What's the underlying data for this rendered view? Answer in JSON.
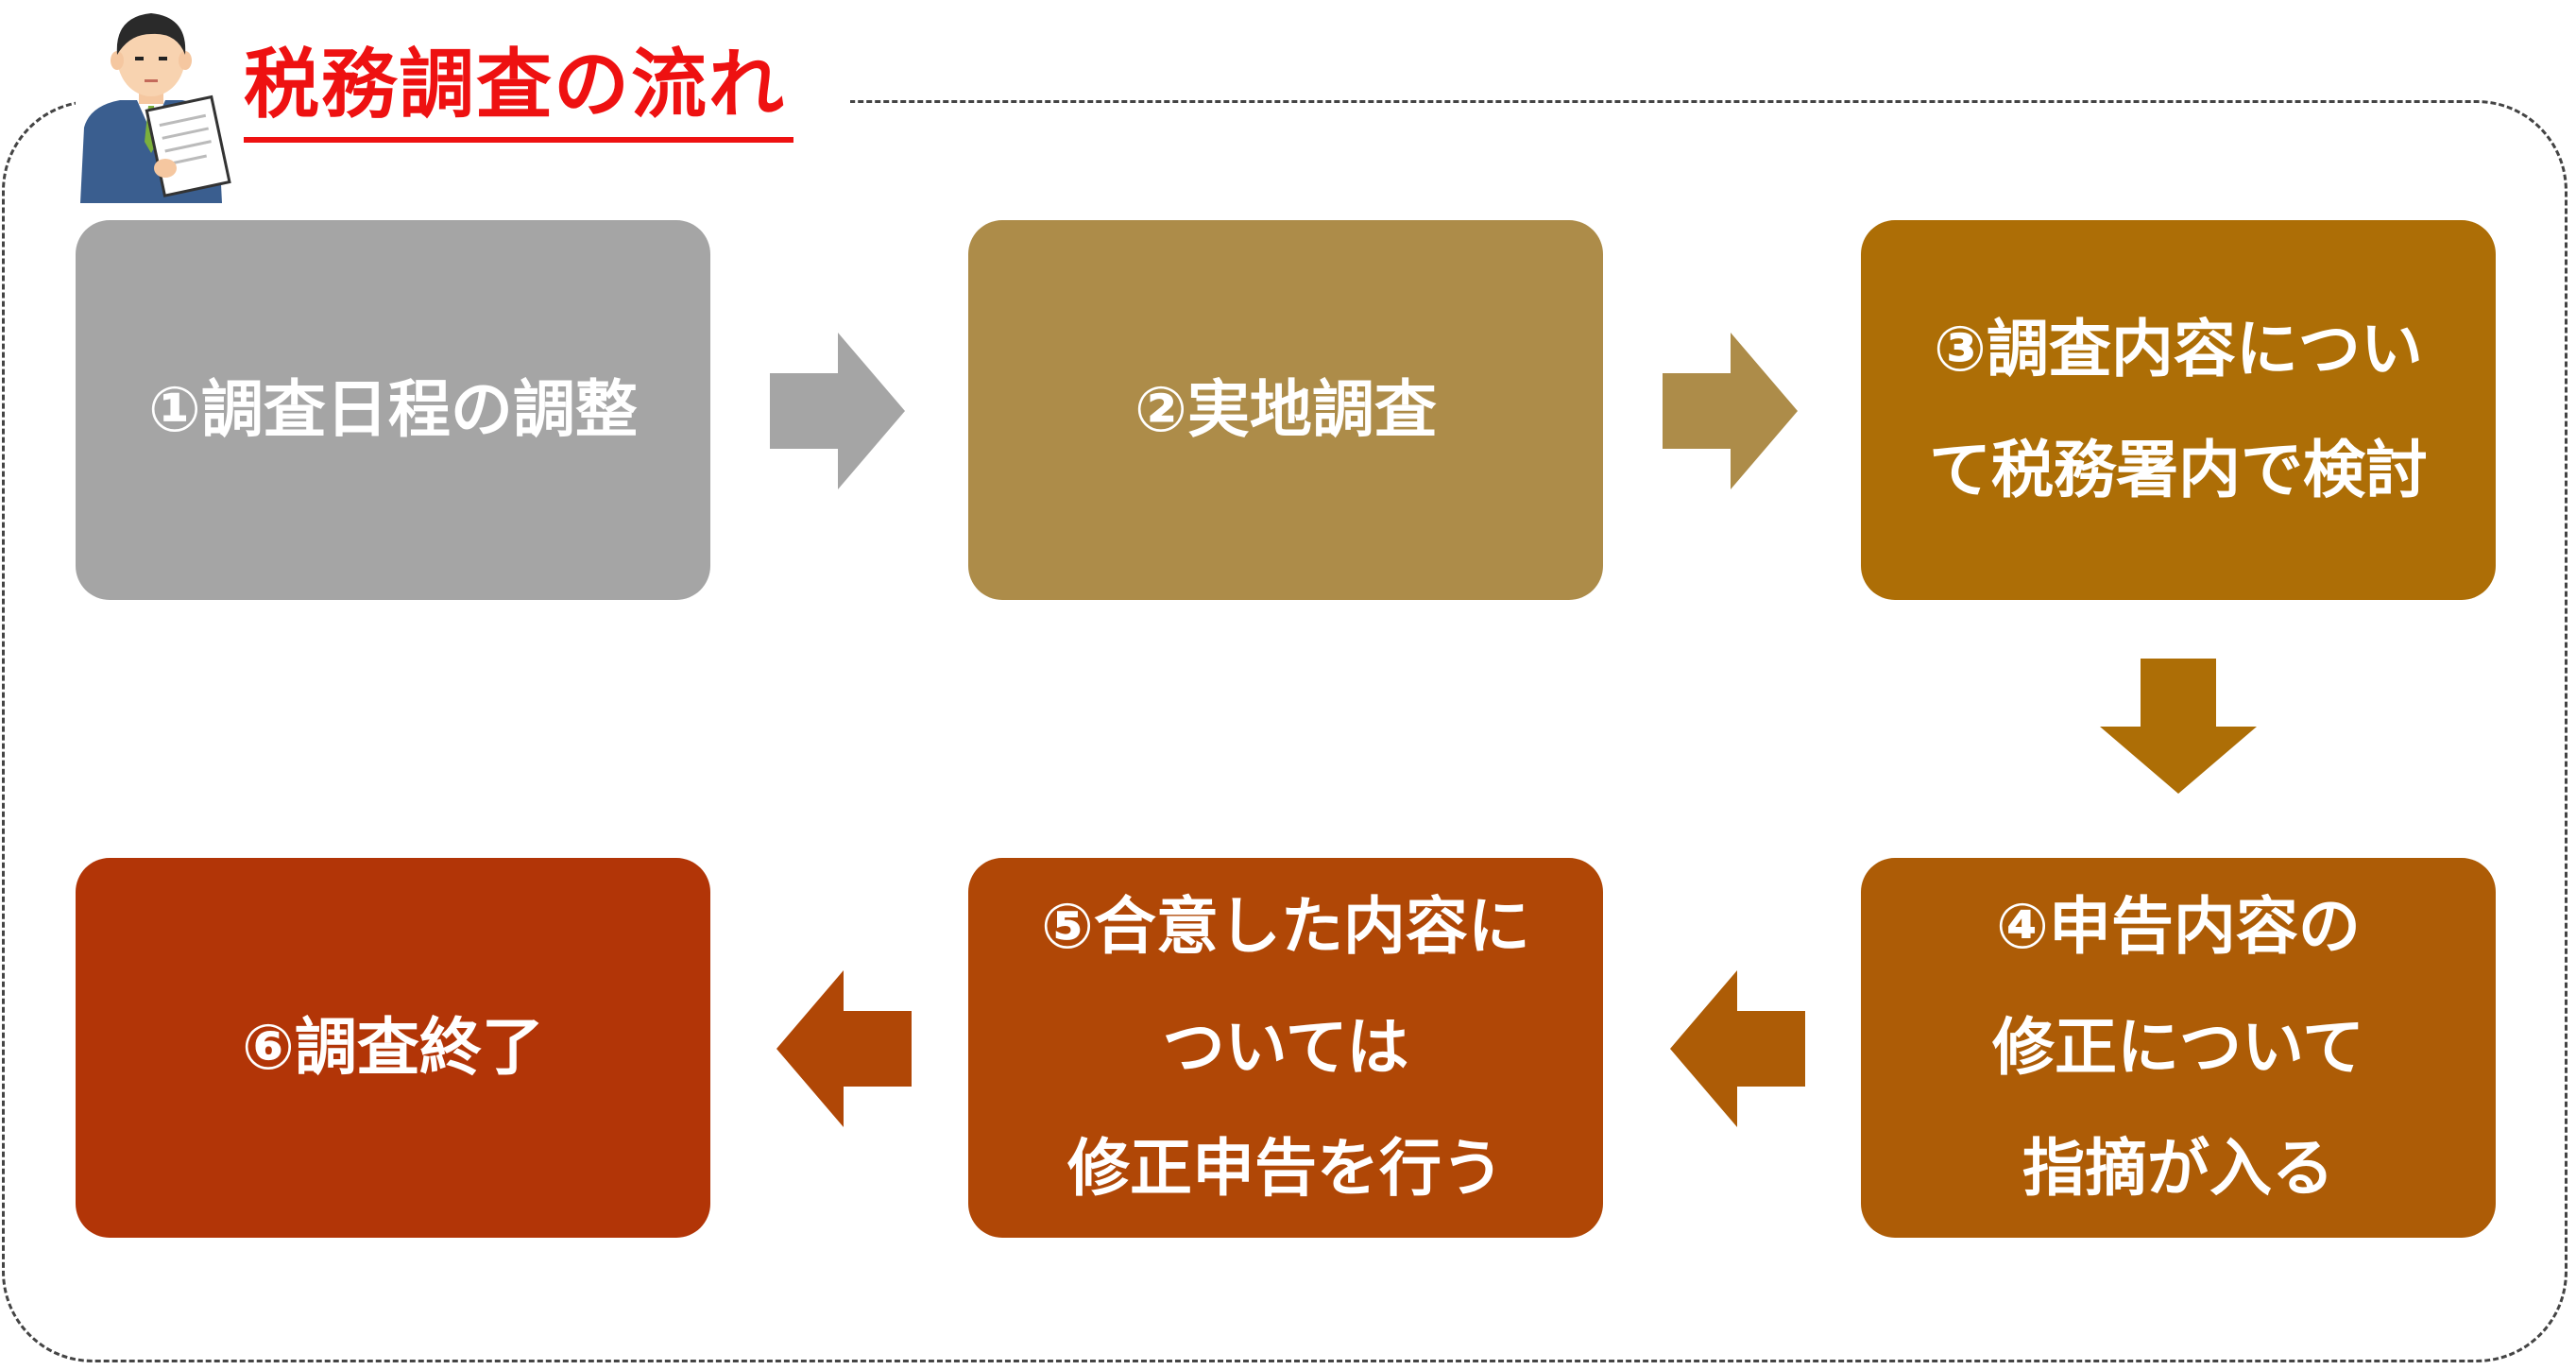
{
  "title": "税務調査の流れ",
  "colors": {
    "title": "#ee1111",
    "step1": "#a5a5a5",
    "step2": "#ad8c49",
    "step3": "#ad6e06",
    "step4": "#ad5c06",
    "step5": "#b04706",
    "step6": "#b23507"
  },
  "steps": [
    {
      "lines": [
        "①調査日程の調整"
      ]
    },
    {
      "lines": [
        "②実地調査"
      ]
    },
    {
      "lines": [
        "③調査内容につい",
        "て税務署内で検討"
      ]
    },
    {
      "lines": [
        "④申告内容の",
        "修正について",
        "指摘が入る"
      ]
    },
    {
      "lines": [
        "⑤合意した内容に",
        "ついては",
        "修正申告を行う"
      ]
    },
    {
      "lines": [
        "⑥調査終了"
      ]
    }
  ],
  "icons": {
    "person": "businessman-holding-document-icon"
  }
}
